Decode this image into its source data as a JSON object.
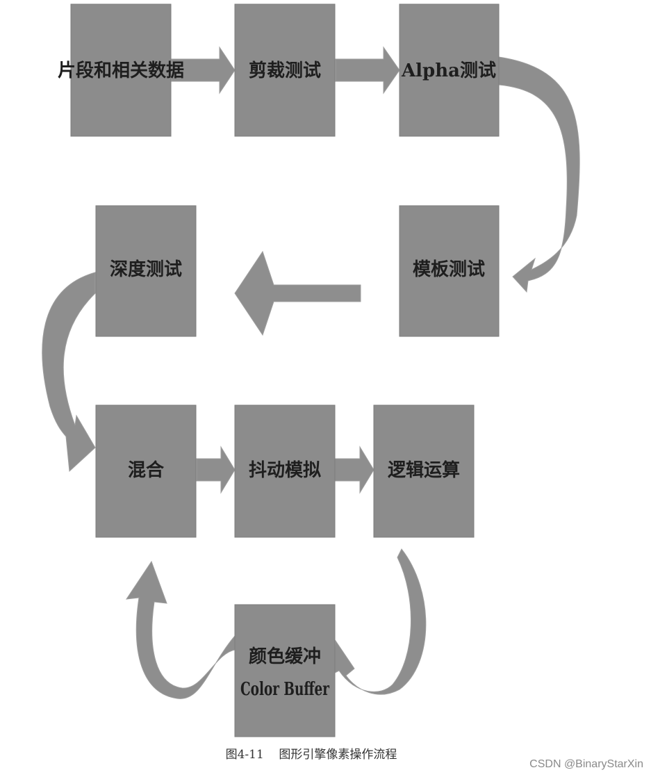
{
  "diagram": {
    "nodes": [
      {
        "id": "fragment-data",
        "label": "片段和相关数据"
      },
      {
        "id": "scissor-test",
        "label": "剪裁测试"
      },
      {
        "id": "alpha-test",
        "label": "Alpha测试"
      },
      {
        "id": "stencil-test",
        "label": "模板测试"
      },
      {
        "id": "depth-test",
        "label": "深度测试"
      },
      {
        "id": "blending",
        "label": "混合"
      },
      {
        "id": "dithering",
        "label": "抖动模拟"
      },
      {
        "id": "logic-op",
        "label": "逻辑运算"
      },
      {
        "id": "color-buffer",
        "label_line1": "颜色缓冲",
        "label_line2": "Color Buffer"
      }
    ],
    "edges": [
      {
        "from": "fragment-data",
        "to": "scissor-test"
      },
      {
        "from": "scissor-test",
        "to": "alpha-test"
      },
      {
        "from": "alpha-test",
        "to": "stencil-test"
      },
      {
        "from": "stencil-test",
        "to": "depth-test"
      },
      {
        "from": "depth-test",
        "to": "blending"
      },
      {
        "from": "blending",
        "to": "dithering"
      },
      {
        "from": "dithering",
        "to": "logic-op"
      },
      {
        "from": "logic-op",
        "to": "color-buffer"
      },
      {
        "from": "color-buffer",
        "to": "blending"
      }
    ],
    "caption": "图4-11    图形引擎像素操作流程",
    "watermark": "CSDN @BinaryStarXin",
    "colors": {
      "box": "#8c8c8c",
      "arrow": "#8e8e8e",
      "text": "#1e1e1e"
    }
  }
}
